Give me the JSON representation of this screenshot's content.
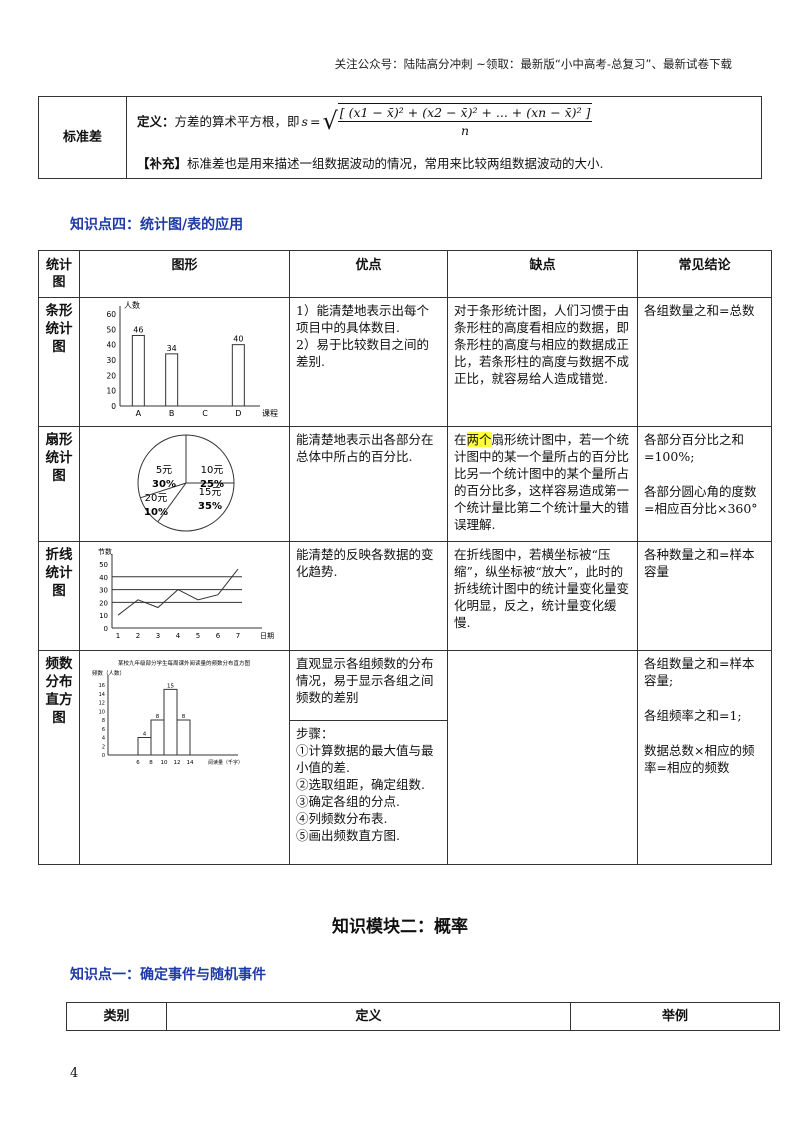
{
  "header_note": "关注公众号：陆陆高分冲刺 ~领取：最新版“小中高考-总复习”、最新试卷下载",
  "std": {
    "label": "标准差",
    "def_prefix": "定义：",
    "def_text": "方差的算术平方根，即",
    "formula_s": "s",
    "formula_num": "[ (x1 − x̄)² + (x2 − x̄)² + ... + (xn − x̄)² ]",
    "formula_den": "n",
    "supp_prefix": "【补充】",
    "supp_text": "标准差也是用来描述一组数据波动的情况，常用来比较两组数据波动的大小."
  },
  "kp4_title": "知识点四：统计图/表的应用",
  "table": {
    "headers": [
      "统计图",
      "图形",
      "优点",
      "缺点",
      "常见结论"
    ],
    "bar": {
      "label": "条形统计图",
      "adv": "1）能清楚地表示出每个项目中的具体数目.\n2）易于比较数目之间的差别.",
      "dis": "对于条形统计图，人们习惯于由条形柱的高度看相应的数据，即条形柱的高度与相应的数据成正比，若条形柱的高度与数据不成正比，就容易给人造成错觉.",
      "conc": "各组数量之和=总数"
    },
    "pie": {
      "label": "扇形统计图",
      "adv": "能清楚地表示出各部分在总体中所占的百分比.",
      "dis_pre": "在",
      "dis_hl": "两个",
      "dis_post": "扇形统计图中，若一个统计图中的某一个量所占的百分比比另一个统计图中的某个量所占的百分比多，这样容易造成第一个统计量比第二个统计量大的错误理解.",
      "conc1": "各部分百分比之和=100%;",
      "conc2": "各部分圆心角的度数=相应百分比×360°"
    },
    "line": {
      "label": "折线统计图",
      "adv": "能清楚的反映各数据的变化趋势.",
      "dis": "在折线图中，若横坐标被“压缩”，纵坐标被“放大”，此时的折线统计图中的统计量变化量变化明显，反之，统计量变化缓慢.",
      "conc": "各种数量之和=样本容量"
    },
    "hist": {
      "label": "频数分布直方图",
      "adv": "直观显示各组频数的分布情况，易于显示各组之间频数的差别",
      "steps_title": "步骤：",
      "steps": [
        "①计算数据的最大值与最小值的差.",
        "②选取组距，确定组数.",
        "③确定各组的分点.",
        "④列频数分布表.",
        "⑤画出频数直方图."
      ],
      "conc1": "各组数量之和=样本容量;",
      "conc2": "各组频率之和=1;",
      "conc3": "数据总数×相应的频率=相应的频数"
    }
  },
  "module2_title": "知识模块二：概率",
  "kp1_title": "知识点一：确定事件与随机事件",
  "table3_headers": [
    "类别",
    "定义",
    "举例"
  ],
  "page_number": "4",
  "chart_data": [
    {
      "type": "bar",
      "ylabel": "人数",
      "xlabel": "课程",
      "categories": [
        "A",
        "B",
        "C",
        "D"
      ],
      "values": [
        46,
        34,
        0,
        40
      ],
      "ylim": [
        0,
        60
      ],
      "yticks": [
        "0",
        "10",
        "20",
        "30",
        "40",
        "50",
        "60"
      ],
      "data_labels": [
        "46",
        "34",
        "",
        "40"
      ]
    },
    {
      "type": "pie",
      "labels": [
        "5元",
        "10元",
        "15元",
        "20元"
      ],
      "values": [
        30,
        25,
        35,
        10
      ],
      "value_labels": [
        "30%",
        "25%",
        "35%",
        "10%"
      ]
    },
    {
      "type": "line",
      "ylabel": "节数",
      "xlabel": "日期",
      "x": [
        1,
        2,
        3,
        4,
        5,
        6,
        7
      ],
      "values": [
        10,
        22,
        16,
        30,
        22,
        26,
        46
      ],
      "ylim": [
        0,
        50
      ],
      "yticks": [
        "0",
        "10",
        "20",
        "30",
        "40",
        "50"
      ],
      "xticks": [
        "1",
        "2",
        "3",
        "4",
        "5",
        "6",
        "7"
      ]
    },
    {
      "type": "bar",
      "title": "某校九年级部分学生每周课外阅读量的频数分布直方图",
      "ylabel": "频数（人数）",
      "xlabel": "阅读量（千字）",
      "categories": [
        "6-8",
        "8-10",
        "10-12",
        "12-14"
      ],
      "values": [
        4,
        8,
        15,
        8
      ],
      "ylim": [
        0,
        16
      ],
      "yticks": [
        "0",
        "2",
        "4",
        "6",
        "8",
        "10",
        "12",
        "14",
        "16"
      ],
      "xticks": [
        "6",
        "8",
        "10",
        "12",
        "14"
      ],
      "data_labels": [
        "4",
        "8",
        "15",
        "8"
      ]
    }
  ]
}
